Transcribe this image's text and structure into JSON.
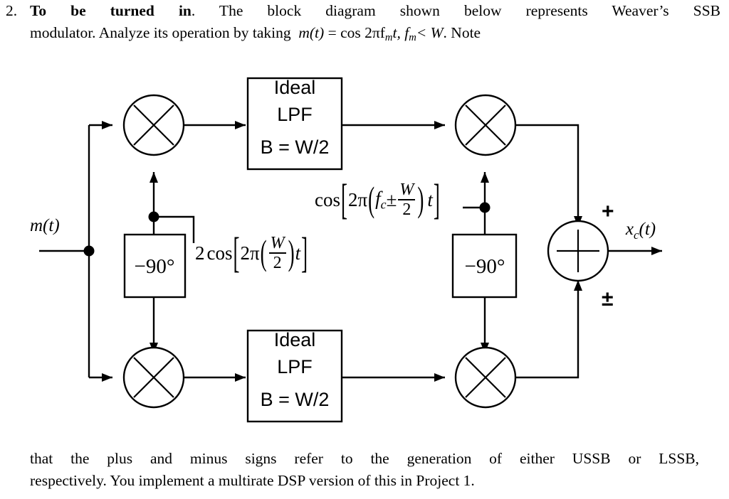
{
  "problem": {
    "number": "2.",
    "lead_bold": "To be turned in",
    "line1_rest": ". The block diagram shown below represents Weaver’s SSB",
    "line2_a": "modulator. Analyze its operation by taking",
    "line2_math_lhs": "m(t)",
    "line2_math_eq": "=",
    "line2_math_rhs": "cos 2πf",
    "line2_math_sub1": "m",
    "line2_math_t": "t,",
    "line2_math_f2": "f",
    "line2_math_sub2": "m",
    "line2_math_lt": "< W",
    "line2_end": ". Note"
  },
  "closing": {
    "line1": "that the plus and minus signs refer to the generation of either USSB or LSSB,",
    "line2": "respectively. You implement a multirate DSP version of this in Project 1."
  },
  "diagram": {
    "input_label": "m(t)",
    "output_label": "x",
    "output_label_sub": "c",
    "output_label_tail": "(t)",
    "lpf_top": {
      "line1": "Ideal",
      "line2": "LPF",
      "line3_b": "B",
      "line3_eq": "=",
      "line3_w": "W",
      "line3_div": "/2"
    },
    "lpf_bottom": {
      "line1": "Ideal",
      "line2": "LPF",
      "line3_b": "B",
      "line3_eq": "=",
      "line3_w": "W",
      "line3_div": "/2"
    },
    "phase_left": "−90°",
    "phase_right": "−90°",
    "osc_local": {
      "coef": "2",
      "fn": "cos",
      "lbracket": "[",
      "two": "2",
      "pi": "π",
      "lparen": "(",
      "num": "W",
      "den": "2",
      "rparen": ")",
      "t": "t",
      "rbracket": "]"
    },
    "osc_carrier": {
      "fn": "cos",
      "lbracket": "[",
      "two": "2",
      "pi": "π",
      "lparen": "(",
      "fc": "f",
      "fc_sub": "c",
      "pm": "±",
      "num": "W",
      "den": "2",
      "rparen": ")",
      "t": "t",
      "rbracket": "]"
    },
    "summer": {
      "sign_top": "+",
      "sign_bottom": "±",
      "glyph": "plus"
    },
    "multiplier_glyph": "cross",
    "colors": {
      "ink": "#000000",
      "wire": "#1a1a1a",
      "paper": "#ffffff"
    }
  }
}
